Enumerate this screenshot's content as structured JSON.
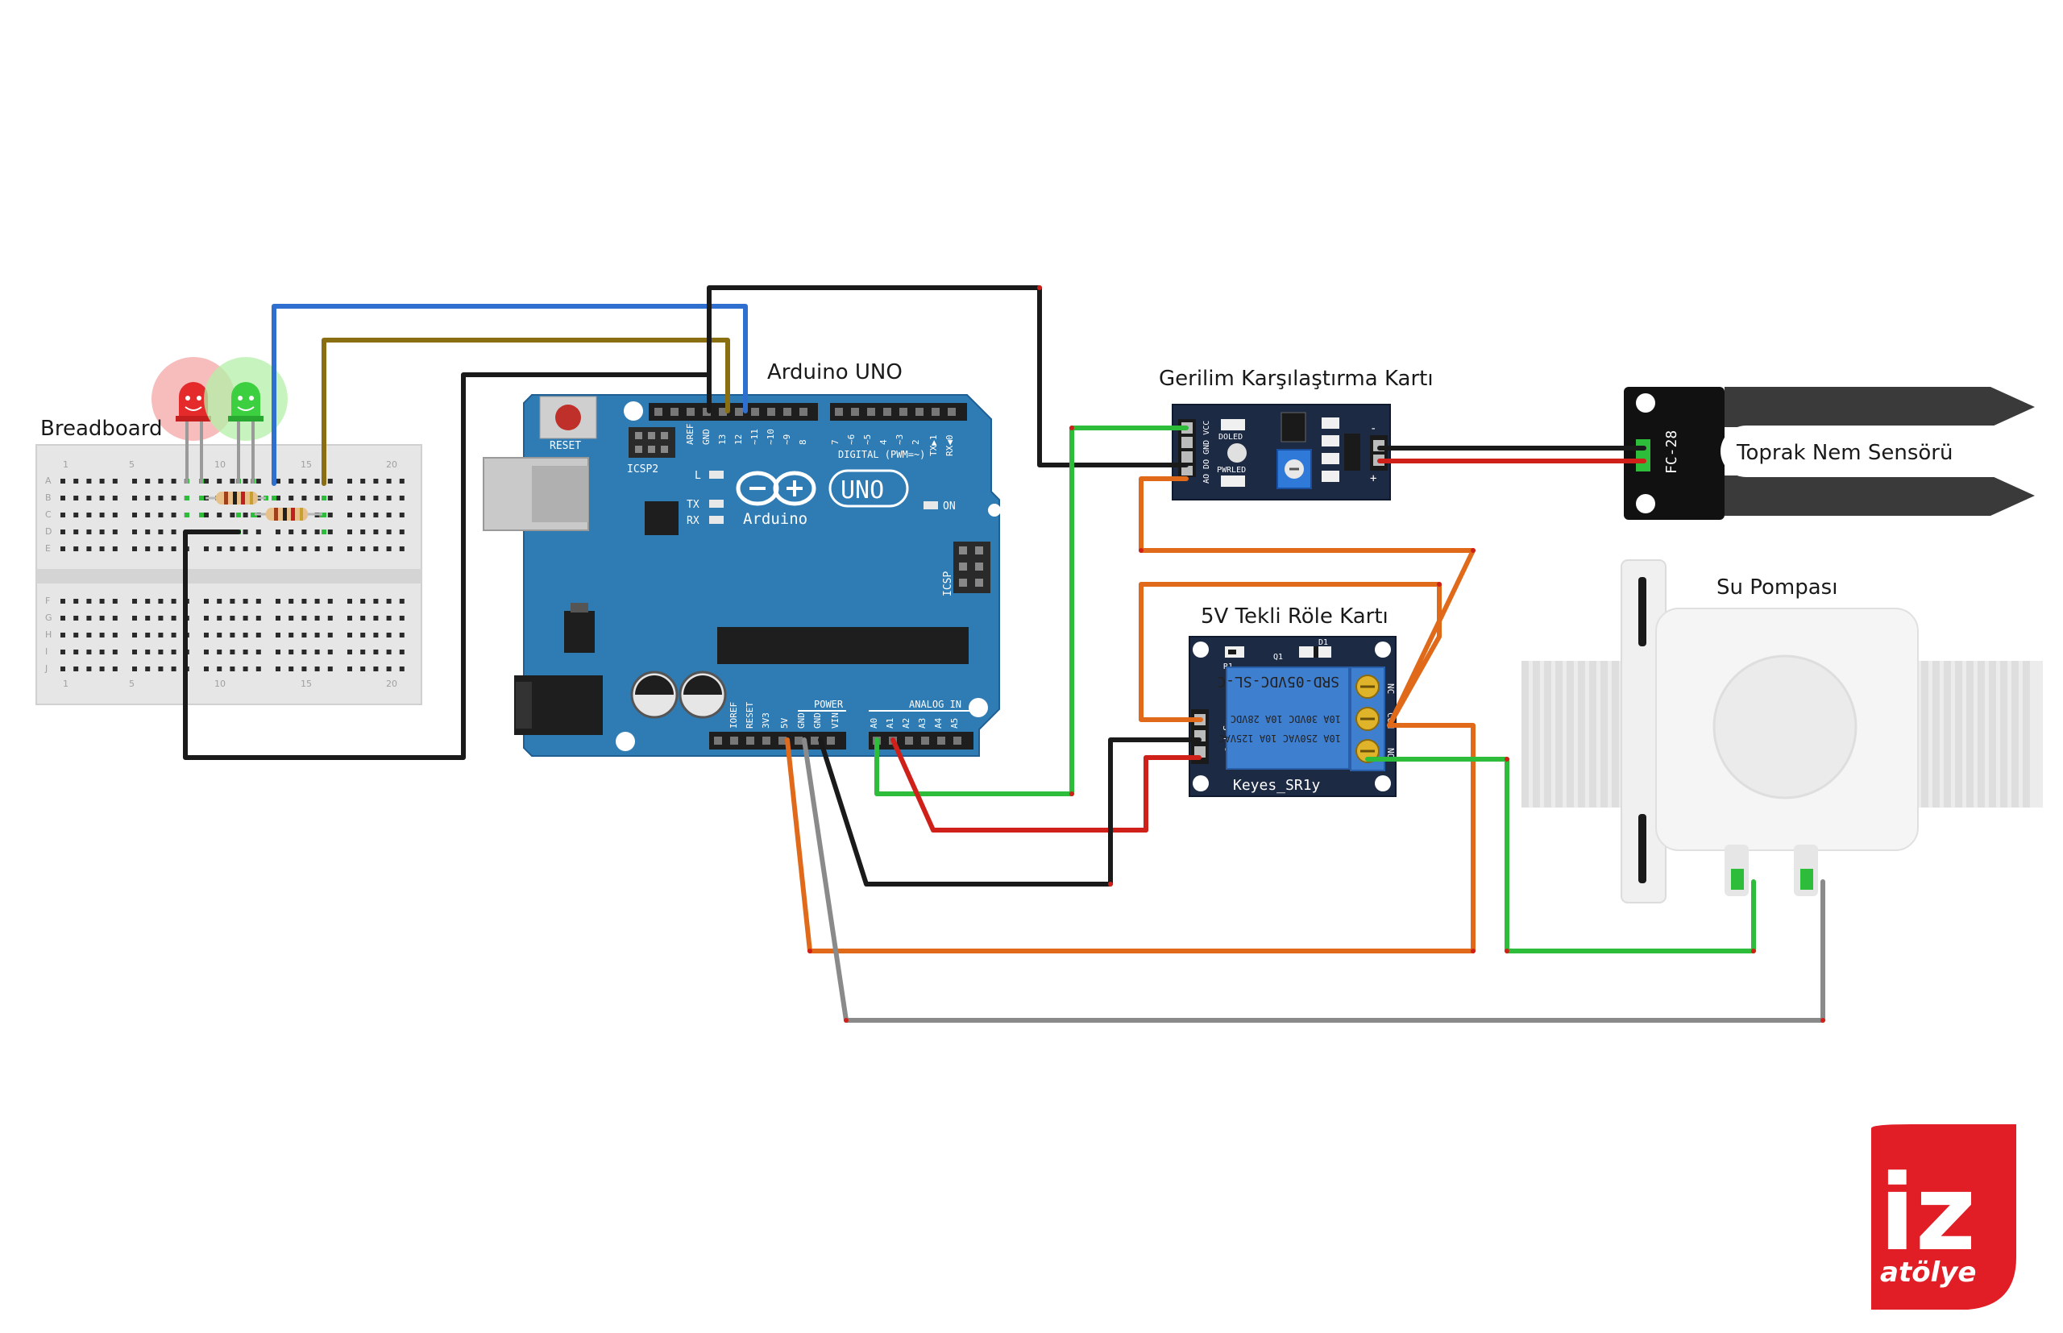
{
  "labels": {
    "breadboard": "Breadboard",
    "arduino": "Arduino UNO",
    "comparator": "Gerilim Karşılaştırma Kartı",
    "soil_sensor": "Toprak Nem Sensörü",
    "relay": "5V Tekli Röle Kartı",
    "pump": "Su Pompası"
  },
  "arduino": {
    "reset": "RESET",
    "icsp2": "ICSP2",
    "icsp": "ICSP",
    "aref": "AREF",
    "gnd": "GND",
    "d13": "13",
    "d12": "12",
    "d11": "~11",
    "d10": "~10",
    "d9": "~9",
    "d8": "8",
    "d7": "7",
    "d6": "~6",
    "d5": "~5",
    "d4": "4",
    "d3": "~3",
    "d2": "2",
    "tx1": "TX▶1",
    "rx0": "RX◀0",
    "digital": "DIGITAL (PWM=~)",
    "l": "L",
    "tx": "TX",
    "rx": "RX",
    "on": "ON",
    "brand": "Arduino",
    "model": "UNO",
    "power": "POWER",
    "analog": "ANALOG IN",
    "ioref": "IOREF",
    "reset_pin": "RESET",
    "v33": "3V3",
    "v5": "5V",
    "gnd1": "GND",
    "gnd2": "GND",
    "vin": "VIN",
    "a0": "A0",
    "a1": "A1",
    "a2": "A2",
    "a3": "A3",
    "a4": "A4",
    "a5": "A5"
  },
  "comparator": {
    "pins": "AO DO GND VCC",
    "d0led": "DOLED",
    "pwrled": "PWRLED",
    "minus": "-",
    "plus": "+"
  },
  "soil_sensor": {
    "model": "FC-28"
  },
  "relay": {
    "model": "SRD-05VDC-SL-C",
    "rating1": "10A 250VAC  10A 125VAC",
    "rating2": "10A 30VDC  10A 28VDC",
    "brand": "Keyes_SR1y",
    "pins": "S + -",
    "nc": "NC",
    "com": "COM",
    "no": "NO",
    "d1": "D1",
    "q1": "Q1",
    "r1": "R1"
  },
  "breadboard": {
    "cols": [
      "1",
      "5",
      "10",
      "15",
      "20"
    ],
    "rows_top": [
      "A",
      "B",
      "C",
      "D",
      "E"
    ],
    "rows_bottom": [
      "F",
      "G",
      "H",
      "I",
      "J"
    ]
  },
  "logo": {
    "text": "iz",
    "subtext": "atölye"
  },
  "colors": {
    "blue": "#2f6fd0",
    "olive": "#8a6f12",
    "black": "#1a1a1a",
    "green": "#2dbd3a",
    "red": "#d0201a",
    "orange": "#e06a1a",
    "gray": "#8a8a8a",
    "arduino_board": "#2f7bb4",
    "module_board": "#1d2a44",
    "relay_blue": "#3f7fd0"
  }
}
